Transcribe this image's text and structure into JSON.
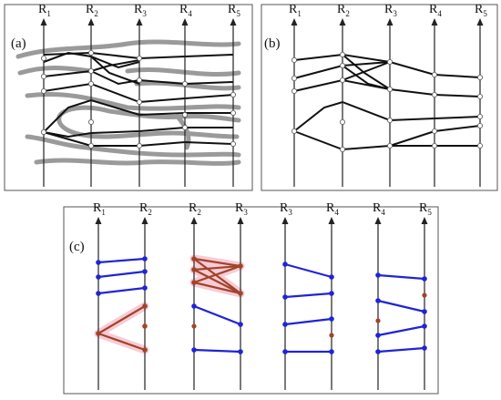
{
  "panels": {
    "a": {
      "label": "(a)"
    },
    "b": {
      "label": "(b)"
    },
    "c": {
      "label": "(c)"
    }
  },
  "ridges": {
    "letter": "R",
    "subs": [
      "1",
      "2",
      "3",
      "4",
      "5"
    ]
  },
  "colors": {
    "gray_curves": "#9a9a9a",
    "black_lines": "#111111",
    "blue_lines": "#1f24d6",
    "brown_lines": "#a0442a",
    "pink_glow": "#f6b6c6",
    "node_fill": "#ffffff"
  }
}
